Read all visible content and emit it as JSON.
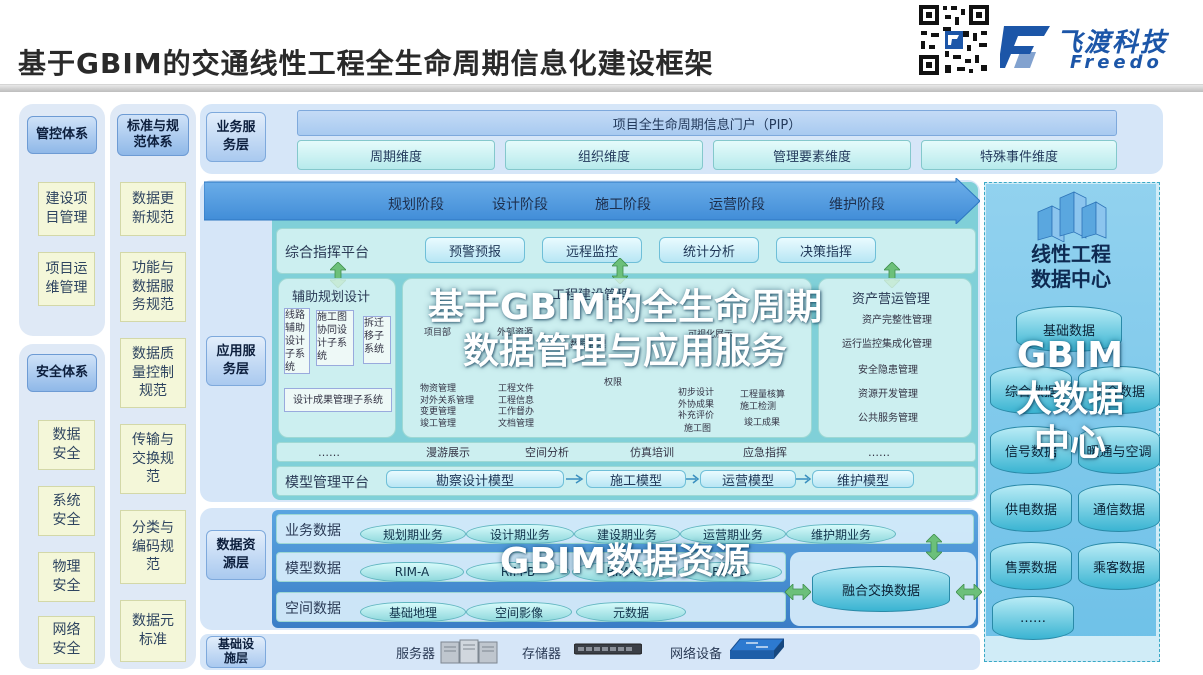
{
  "title": "基于GBIM的交通线性工程全生命周期信息化建设框架",
  "logo": {
    "cn": "飞渡科技",
    "en": "Freedo"
  },
  "left_col1": {
    "head1": "管控体系",
    "items1": [
      "建设项\n目管理",
      "项目运\n维管理"
    ],
    "head2": "安全体系",
    "items2": [
      "数据\n安全",
      "系统\n安全",
      "物理\n安全",
      "网络\n安全"
    ]
  },
  "left_col2": {
    "head": "标准与规\n范体系",
    "items": [
      "数据更\n新规范",
      "功能与\n数据服\n务规范",
      "数据质\n量控制\n规范",
      "传输与\n交换规\n范",
      "分类与\n编码规\n范",
      "数据元\n标准"
    ]
  },
  "business_layer": {
    "label": "业务服\n务层",
    "portal": "项目全生命周期信息门户（PIP）",
    "dims": [
      "周期维度",
      "组织维度",
      "管理要素维度",
      "特殊事件维度"
    ]
  },
  "app_layer": {
    "label": "应用服\n务层",
    "phases": [
      "规划阶段",
      "设计阶段",
      "施工阶段",
      "运营阶段",
      "维护阶段"
    ],
    "command_platform": "综合指挥平台",
    "command_items": [
      "预警预报",
      "远程监控",
      "统计分析",
      "决策指挥"
    ],
    "aux_design": "辅助规划设计",
    "aux_items": [
      "线路\n辅助\n设计\n子系\n统",
      "施工图\n协同设\n计子系\n统",
      "拆迁\n移子\n系统"
    ],
    "design_result": "设计成果管理子系统",
    "construction": "工程建设管理",
    "construction_small": [
      "项目部",
      "外部资源",
      "可视化展示",
      "数据管理",
      "物资管理\n对外关系管理\n变更管理\n竣工管理",
      "工程文件\n工程信息\n工作督办\n文档管理",
      "初步设计\n外协成果\n补充评价",
      "工程量核算\n施工检测",
      "竣工成果",
      "施工图",
      "权限"
    ],
    "asset": "资产营运管理",
    "asset_items": [
      "资产完整性管理",
      "运行监控集成化管理",
      "安全隐患管理",
      "资源开发管理",
      "公共服务管理"
    ],
    "bottom_row": [
      "……",
      "漫游展示",
      "空间分析",
      "仿真培训",
      "应急指挥",
      "……"
    ],
    "model_platform": "模型管理平台",
    "models": [
      "勘察设计模型",
      "施工模型",
      "运营模型",
      "维护模型"
    ],
    "overlay": "基于GBIM的全生命周期\n数据管理与应用服务"
  },
  "data_layer": {
    "label": "数据资\n源层",
    "business_data": "业务数据",
    "business_items": [
      "规划期业务",
      "设计期业务",
      "建设期业务",
      "运营期业务",
      "维护期业务"
    ],
    "model_data": "模型数据",
    "model_items": [
      "RIM-A",
      "RIM-B",
      "RIM-C",
      "RIM-D"
    ],
    "spatial_data": "空间数据",
    "spatial_items": [
      "基础地理",
      "空间影像",
      "元数据"
    ],
    "exchange": "融合交换数据",
    "overlay": "GBIM数据资源"
  },
  "infra_layer": {
    "label": "基础设\n施层",
    "items": [
      "服务器",
      "存储器",
      "网络设备"
    ]
  },
  "data_center": {
    "title": "线性工程\n数据中心",
    "top": "基础数据",
    "items": [
      "综合数据",
      "信号数据",
      "暖通与空调",
      "供电数据",
      "通信数据",
      "售票数据",
      "乘客数据",
      "……"
    ],
    "overlay": "GBIM\n大数据\n中心"
  }
}
